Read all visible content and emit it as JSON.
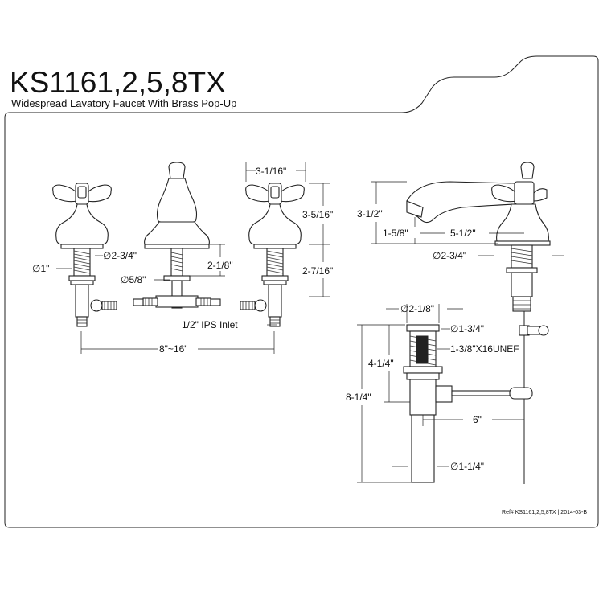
{
  "title": "KS1161,2,5,8TX",
  "subtitle": "Widespread Lavatory Faucet With Brass Pop-Up",
  "reference": "Ref# KS1161,2,5,8TX | 2014-03-B",
  "dimensions": {
    "handle_width": "3-1/16\"",
    "handle_height": "3-5/16\"",
    "shank_length": "2-7/16\"",
    "shank_diameter": "∅1\"",
    "valve_base_diameter": "∅2-3/4\"",
    "spout_shank_length": "2-1/8\"",
    "spout_shank_diameter": "∅5/8\"",
    "inlet": "1/2\" IPS Inlet",
    "spread": "8\"~16\"",
    "spout_height": "3-1/2\"",
    "spout_clearance": "1-5/8\"",
    "spout_reach": "5-1/2\"",
    "spout_base_diameter": "∅2-3/4\"",
    "drain_flange": "∅2-1/8\"",
    "drain_body": "∅1-3/4\"",
    "drain_thread": "1-3/8\"X16UNEF",
    "drain_upper_height": "4-1/4\"",
    "drain_total_height": "8-1/4\"",
    "rod_length": "6\"",
    "tailpiece_diameter": "∅1-1/4\""
  }
}
